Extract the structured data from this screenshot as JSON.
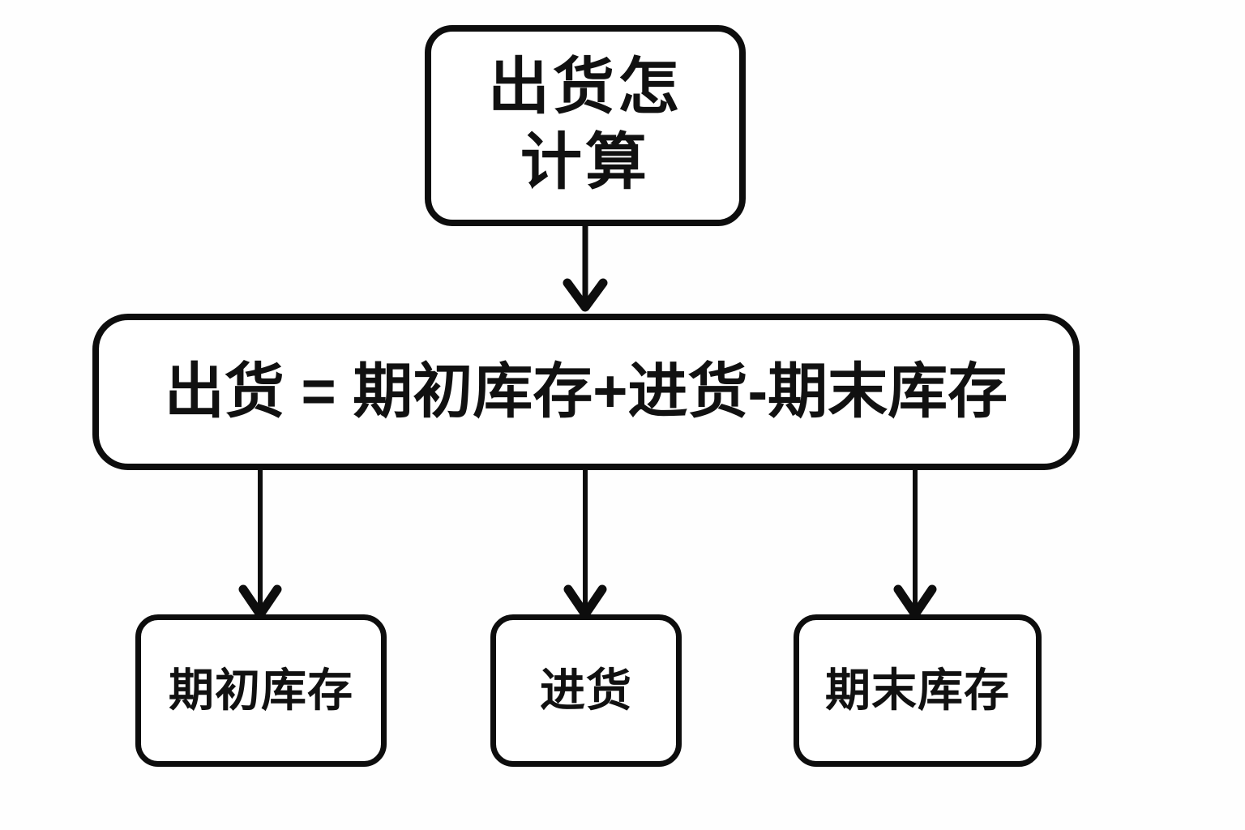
{
  "diagram": {
    "type": "flowchart",
    "orientation": "top-down",
    "background_color": "#fefefe",
    "stroke_color": "#0d0d0d",
    "text_color": "#111111",
    "nodes": {
      "question": {
        "id": "question",
        "label": "出货怎\n计算",
        "shape": "rounded-rectangle",
        "level": 0
      },
      "formula": {
        "id": "formula",
        "label": "出货 = 期初库存+进货-期末库存",
        "shape": "rounded-rectangle",
        "level": 1
      },
      "opening_stock": {
        "id": "opening_stock",
        "label": "期初库存",
        "shape": "rounded-rectangle",
        "level": 2
      },
      "purchase": {
        "id": "purchase",
        "label": "进货",
        "shape": "rounded-rectangle",
        "level": 2
      },
      "closing_stock": {
        "id": "closing_stock",
        "label": "期末库存",
        "shape": "rounded-rectangle",
        "level": 2
      }
    },
    "edges": [
      {
        "from": "question",
        "to": "formula",
        "style": "solid",
        "arrowhead": "open-chevron"
      },
      {
        "from": "formula",
        "to": "opening_stock",
        "style": "solid",
        "arrowhead": "open-chevron"
      },
      {
        "from": "formula",
        "to": "purchase",
        "style": "solid",
        "arrowhead": "open-chevron"
      },
      {
        "from": "formula",
        "to": "closing_stock",
        "style": "solid",
        "arrowhead": "open-chevron"
      }
    ]
  }
}
